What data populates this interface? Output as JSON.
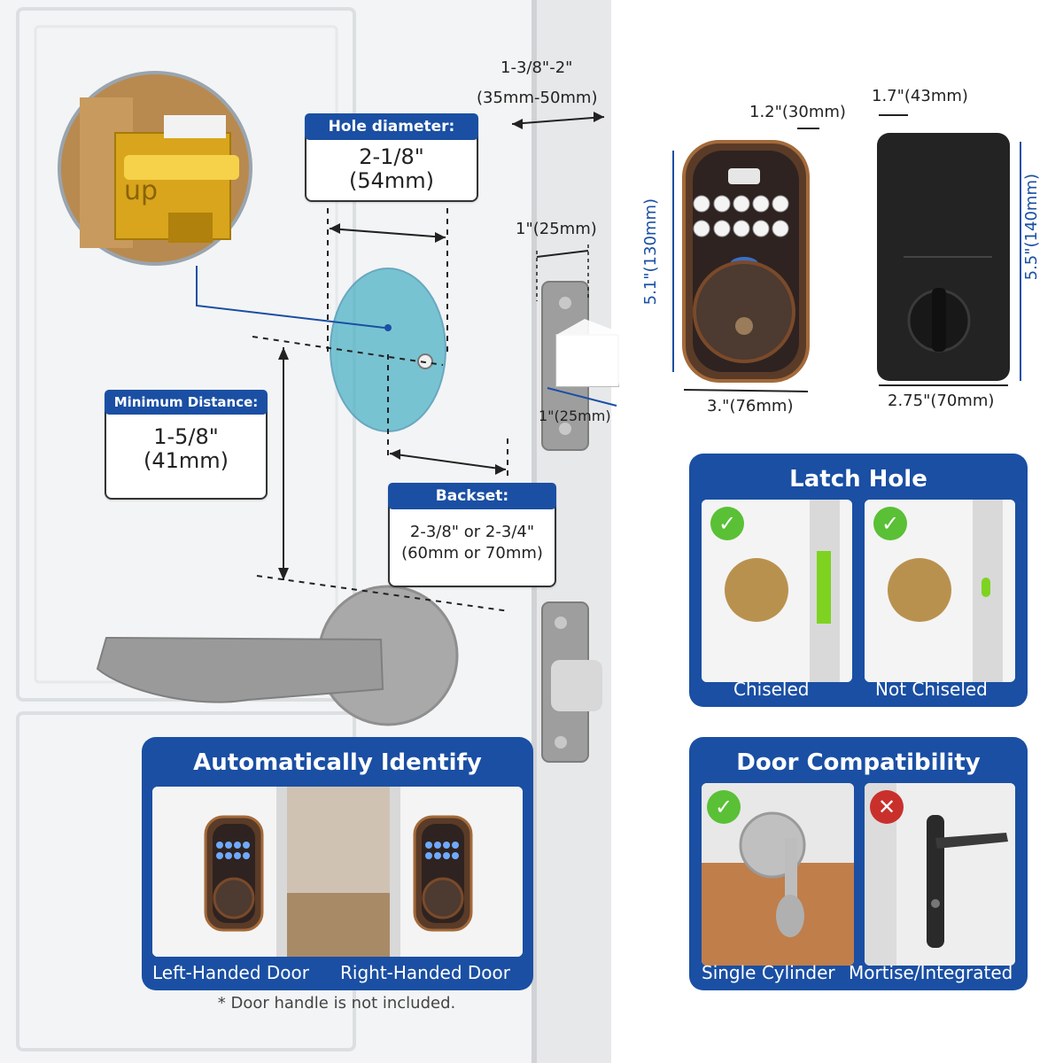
{
  "dimensions": {
    "door_thickness_range": "1-3/8\"-2\"",
    "door_thickness_metric": "(35mm-50mm)",
    "hole_diameter": {
      "header": "Hole diameter:",
      "value_line1": "2-1/8\"",
      "value_line2": "(54mm)"
    },
    "minimum_distance": {
      "header": "Minimum Distance:",
      "value_line1": "1-5/8\"",
      "value_line2": "(41mm)"
    },
    "backset": {
      "header": "Backset:",
      "value_line1": "2-3/8\" or 2-3/4\"",
      "value_line2": "(60mm or 70mm)"
    },
    "latch_plate_width": "1\"(25mm)",
    "latch_depth": "1\"(25mm)",
    "front_depth": "1.2\"(30mm)",
    "front_height": "5.1\"(130mm)",
    "front_width": "3.\"(76mm)",
    "back_depth": "1.7\"(43mm)",
    "back_height": "5.5\"(140mm)",
    "back_width": "2.75\"(70mm)",
    "latch_stamp": "up"
  },
  "latch_hole": {
    "title": "Latch Hole",
    "options": [
      {
        "label": "Chiseled",
        "status": "ok"
      },
      {
        "label": "Not Chiseled",
        "status": "ok"
      }
    ]
  },
  "door_compat": {
    "title": "Door Compatibility",
    "options": [
      {
        "label": "Single Cylinder",
        "status": "ok"
      },
      {
        "label": "Mortise/Integrated",
        "status": "no"
      }
    ]
  },
  "auto_identify": {
    "title": "Automatically Identify",
    "options": [
      {
        "label": "Left-Handed Door"
      },
      {
        "label": "Right-Handed Door"
      }
    ]
  },
  "footnote": "* Door handle is not included.",
  "colors": {
    "brand_blue": "#1a4fa3",
    "check_green": "#5ac036",
    "cross_red": "#c9302c",
    "bronze": "#7a4a2a"
  },
  "icons": {
    "ok": "check-icon",
    "no": "cross-icon"
  }
}
